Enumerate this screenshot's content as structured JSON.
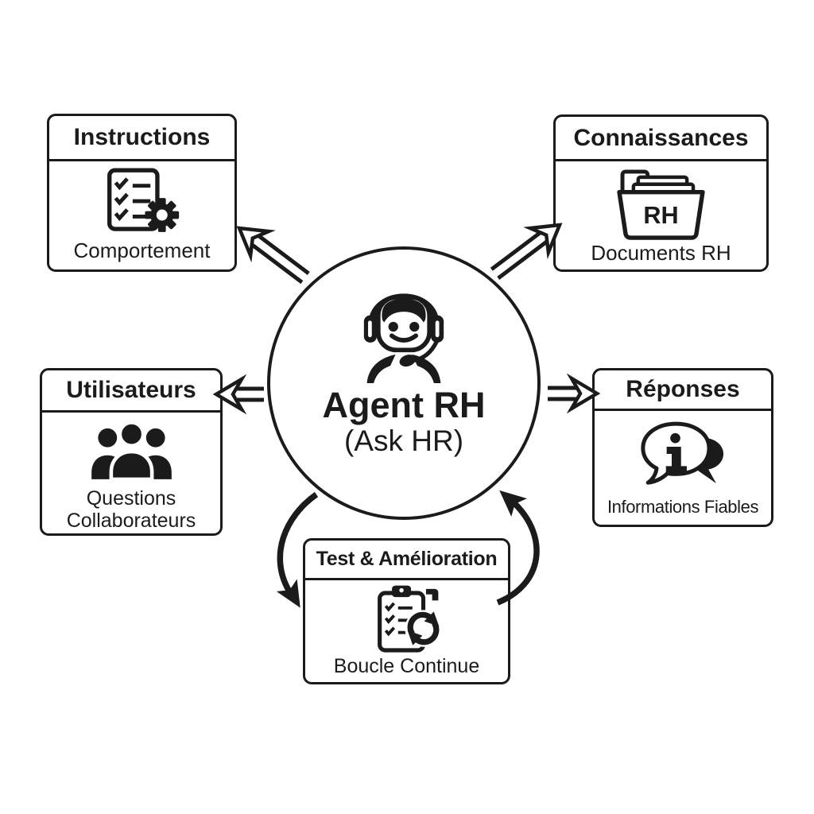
{
  "background": "#ffffff",
  "ink": "#1b1b1b",
  "center": {
    "title": "Agent RH",
    "subtitle": "(Ask HR)",
    "icon": "support-agent-icon"
  },
  "boxes": {
    "instructions": {
      "title": "Instructions",
      "caption": "Comportement",
      "icon": "checklist-gear-icon"
    },
    "connaissances": {
      "title": "Connaissances",
      "caption": "Documents RH",
      "folder_label": "RH",
      "icon": "rh-folder-icon"
    },
    "utilisateurs": {
      "title": "Utilisateurs",
      "caption_line1": "Questions",
      "caption_line2": "Collaborateurs",
      "icon": "people-icon"
    },
    "reponses": {
      "title": "Réponses",
      "caption": "Informations Fiables",
      "icon": "info-speech-bubble-icon"
    },
    "test": {
      "title": "Test & Amélioration",
      "caption": "Boucle Continue",
      "icon": "clipboard-refresh-icon"
    }
  }
}
